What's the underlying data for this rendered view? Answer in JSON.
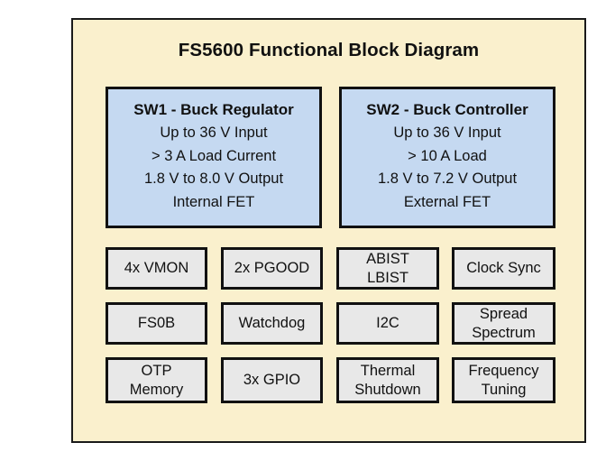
{
  "title": "FS5600 Functional Block Diagram",
  "colors": {
    "panel_background": "#faf0cd",
    "panel_border": "#1a1a1a",
    "regulator_block_fill": "#c5d9f1",
    "feature_block_fill": "#e8e8e8",
    "block_border": "#111111",
    "text": "#111111",
    "page_background": "#ffffff"
  },
  "regulators": [
    {
      "heading": "SW1 - Buck Regulator",
      "specs": [
        "Up to 36 V Input",
        "> 3 A Load Current",
        "1.8 V to 8.0 V Output",
        "Internal FET"
      ]
    },
    {
      "heading": "SW2 - Buck Controller",
      "specs": [
        "Up to 36 V Input",
        "> 10 A Load",
        "1.8 V to 7.2 V Output",
        "External FET"
      ]
    }
  ],
  "features": {
    "columns": 4,
    "rows": 3,
    "cells": [
      [
        {
          "lines": [
            "4x VMON"
          ]
        },
        {
          "lines": [
            "2x PGOOD"
          ]
        },
        {
          "lines": [
            "ABIST",
            "LBIST"
          ]
        },
        {
          "lines": [
            "Clock Sync"
          ]
        }
      ],
      [
        {
          "lines": [
            "FS0B"
          ]
        },
        {
          "lines": [
            "Watchdog"
          ]
        },
        {
          "lines": [
            "I2C"
          ]
        },
        {
          "lines": [
            "Spread",
            "Spectrum"
          ]
        }
      ],
      [
        {
          "lines": [
            "OTP",
            "Memory"
          ]
        },
        {
          "lines": [
            "3x GPIO"
          ]
        },
        {
          "lines": [
            "Thermal",
            "Shutdown"
          ]
        },
        {
          "lines": [
            "Frequency",
            "Tuning"
          ]
        }
      ]
    ]
  }
}
